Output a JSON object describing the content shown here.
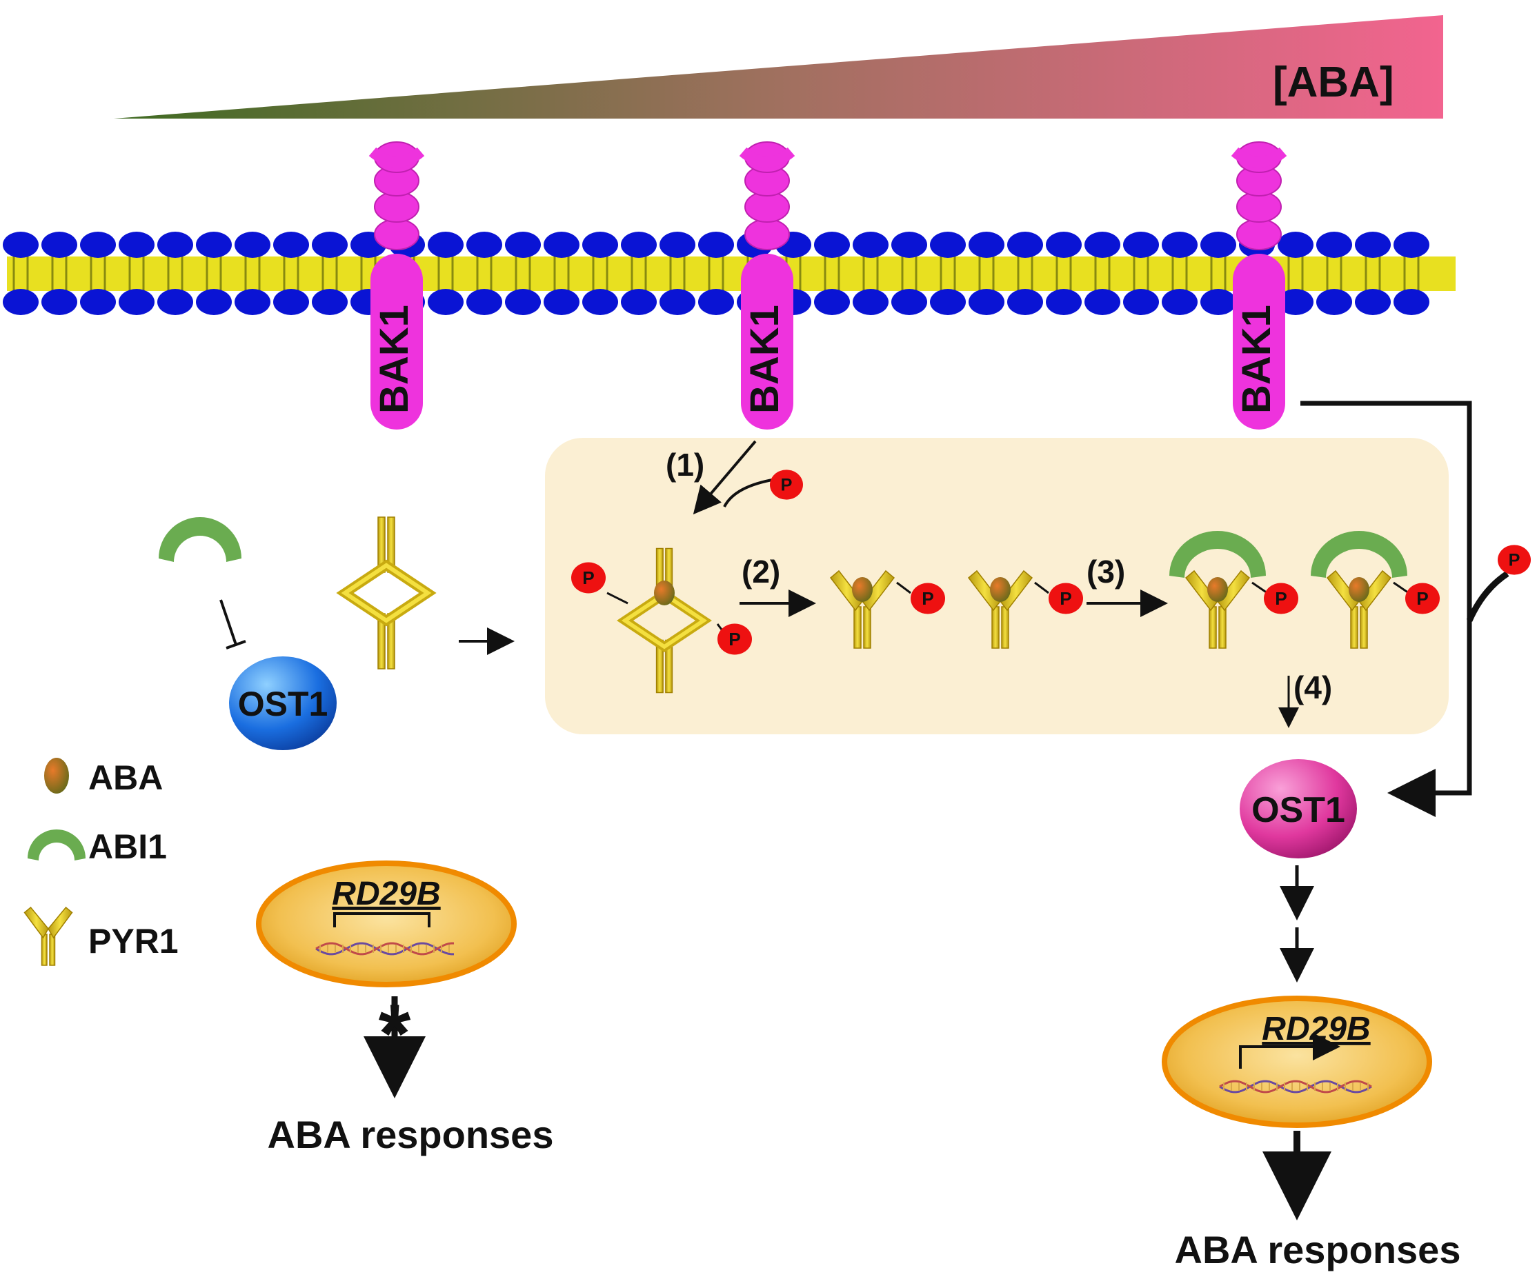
{
  "gradient_label": "[ABA]",
  "receptor_label": "BAK1",
  "steps": [
    "(1)",
    "(2)",
    "(3)",
    "(4)"
  ],
  "phospho_label": "P",
  "kinase_label": "OST1",
  "gene_label": "RD29B",
  "response_label": "ABA responses",
  "legend": [
    {
      "icon": "aba-icon",
      "label": "ABA"
    },
    {
      "icon": "abi1-icon",
      "label": "ABI1"
    },
    {
      "icon": "pyr1-icon",
      "label": "PYR1"
    }
  ],
  "colors": {
    "gradient_start": "#3f6b22",
    "gradient_end": "#f2648f",
    "membrane_head": "#0a14d4",
    "membrane_tail": "#e8e020",
    "bak1": "#ee33dd",
    "complex_box": "#fbefd3",
    "pyr1": "#e7cf1f",
    "abi1": "#6aac50",
    "phospho": "#ee1111",
    "ost1_inactive": "#1a6ee0",
    "ost1_active": "#e0389e",
    "nucleus": "#f0a020"
  }
}
